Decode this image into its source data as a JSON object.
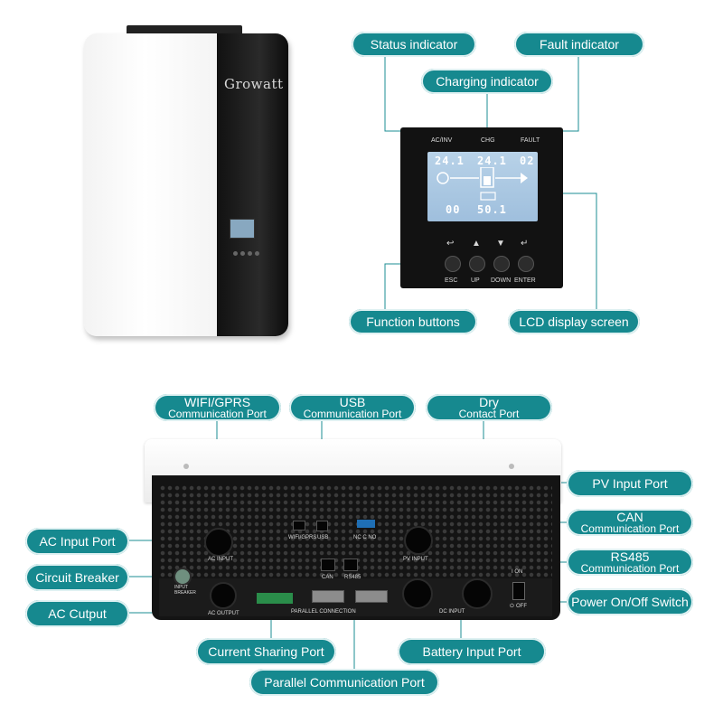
{
  "brand": "Growatt",
  "front_panel": {
    "indicators": [
      "AC/INV",
      "CHG",
      "FAULT"
    ],
    "display": {
      "top_left": "24.1",
      "top_mid": "24.1",
      "top_right": "02",
      "bottom_left": "00",
      "bottom_mid": "50.1"
    },
    "buttons": [
      {
        "icon": "↩",
        "label": "ESC"
      },
      {
        "icon": "▲",
        "label": "UP"
      },
      {
        "icon": "▼",
        "label": "DOWN"
      },
      {
        "icon": "↵",
        "label": "ENTER"
      }
    ]
  },
  "top_callouts": {
    "status": "Status indicator",
    "fault": "Fault indicator",
    "charging": "Charging indicator",
    "function": "Function buttons",
    "lcd": "LCD display screen"
  },
  "bottom_callouts": {
    "wifi": {
      "main": "WIFI/GPRS",
      "sub": "Communication Port"
    },
    "usb": {
      "main": "USB",
      "sub": "Communication Port"
    },
    "dry": {
      "main": "Dry",
      "sub": "Contact Port"
    },
    "pv": "PV Input Port",
    "can": {
      "main": "CAN",
      "sub": "Communication Port"
    },
    "rs485": {
      "main": "RS485",
      "sub": "Communication Port"
    },
    "power": "Power On/Off Switch",
    "ac_input": "AC Input Port",
    "breaker": "Circuit Breaker",
    "ac_output": "AC Cutput",
    "current_sharing": "Current Sharing Port",
    "battery": "Battery Input Port",
    "parallel": "Parallel Communication Port"
  },
  "rear_labels": {
    "ac_input": "AC INPUT",
    "wifi": "WIFI/GPRS",
    "usb": "USB",
    "dry": "NC C NO",
    "pv_input": "PV INPUT",
    "can": "CAN",
    "rs485": "RS485",
    "input_breaker": "INPUT BREAKER",
    "ac_output": "AC OUTPUT",
    "parallel_connection": "PARALLEL CONNECTION",
    "dc_input": "DC INPUT",
    "on": "I ON",
    "off": "OFF"
  },
  "colors": {
    "callout": "#16898f",
    "line": "#1b8d93"
  }
}
